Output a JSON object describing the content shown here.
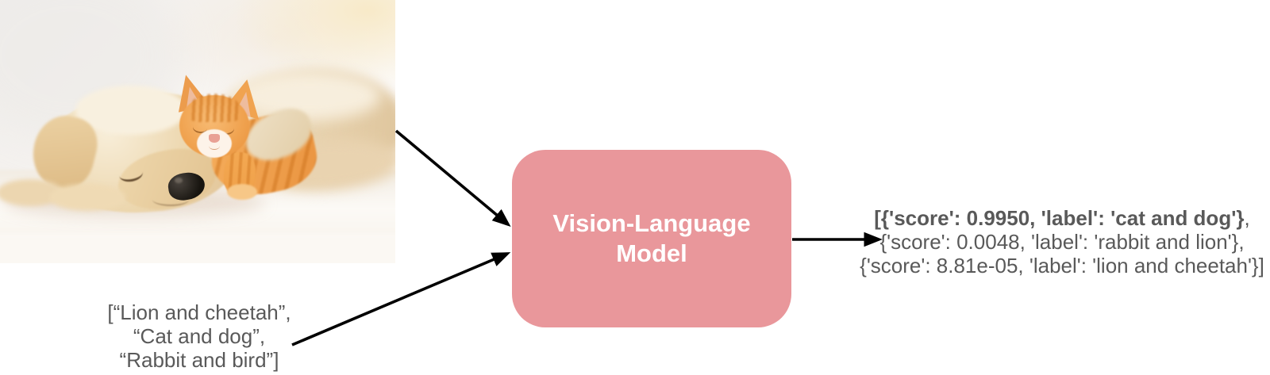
{
  "diagram": {
    "input_image": {
      "description": "sleeping cream puppy with orange tabby kitten resting on its head"
    },
    "input_text": {
      "lines": [
        "[“Lion and cheetah”,",
        "“Cat and dog”,",
        "“Rabbit and bird”]"
      ]
    },
    "model_box": {
      "label_line1": "Vision-Language",
      "label_line2": "Model",
      "fill": "#E9979B",
      "text_color": "#FFFFFF"
    },
    "output_text": {
      "line1_bold": "[{'score': 0.9950, 'label': 'cat and dog'}",
      "line1_rest": ",",
      "line2": "{'score': 0.0048, 'label': 'rabbit and lion'},",
      "line3": "{'score': 8.81e-05, 'label': 'lion and cheetah'}]"
    },
    "colors": {
      "arrow": "#000000",
      "text_gray": "#595959",
      "canvas_bg": "#FFFFFF"
    }
  }
}
